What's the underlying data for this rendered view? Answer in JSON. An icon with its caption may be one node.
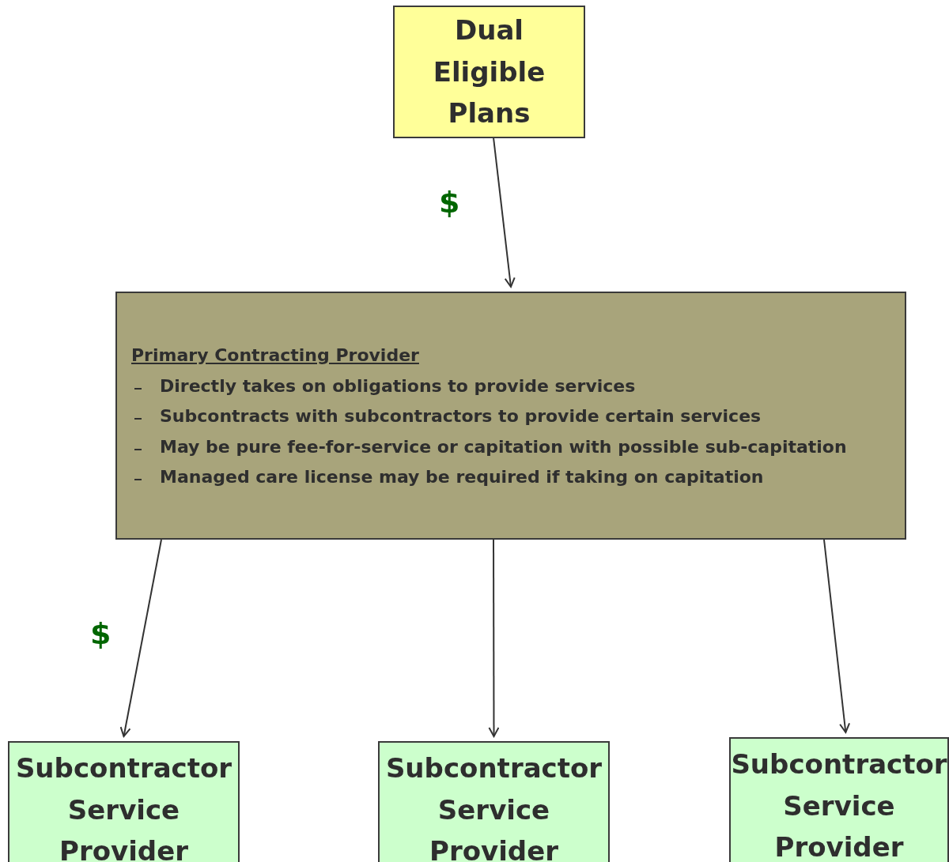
{
  "diagram": {
    "nodes": [
      {
        "text": [
          "Dual Eligible Plans"
        ]
      },
      {
        "text": [
          "Primary Contracting Provider",
          "Directly takes on obligations to provide services",
          "Subcontracts with subcontractors to provide certain services",
          "May be pure fee-for-service or capitation with possible sub-capitation",
          "Managed care license may be required if taking on capitation"
        ]
      },
      {
        "text": [
          "Subcontractor Service Provider"
        ]
      },
      {
        "text": [
          "Subcontractor Service Provider"
        ]
      },
      {
        "text": [
          "Subcontractor Service Provider"
        ]
      }
    ],
    "edges": [
      {
        "from": 0,
        "to": 1,
        "arrow": "to",
        "label": "$"
      },
      {
        "from": 1,
        "to": 2,
        "arrow": "to",
        "label": "$"
      },
      {
        "from": 1,
        "to": 3,
        "arrow": "to"
      },
      {
        "from": 1,
        "to": 4,
        "arrow": "to"
      }
    ]
  }
}
